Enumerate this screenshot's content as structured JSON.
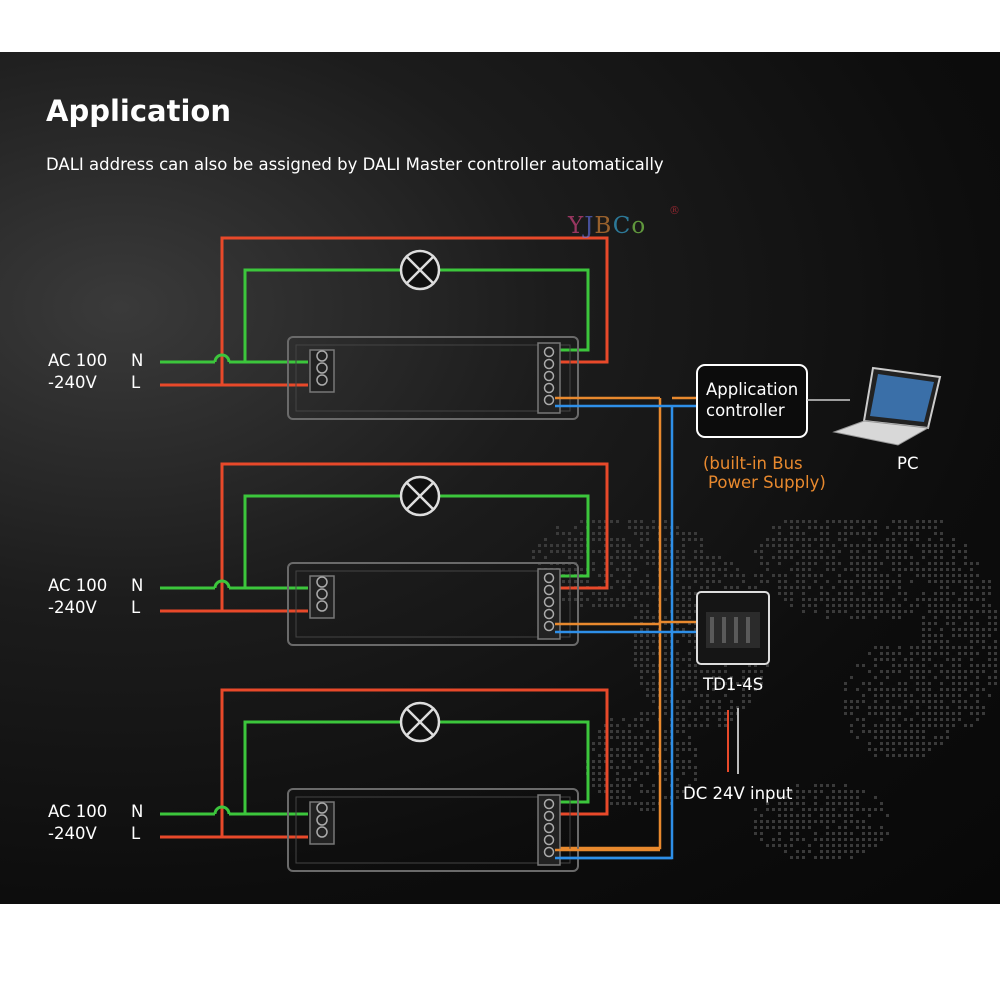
{
  "header": {
    "title": "Application",
    "subtitle": "DALI address can also be assigned by DALI Master controller automatically"
  },
  "logo": {
    "text": "YJBCo",
    "mark": "®"
  },
  "drivers": [
    {
      "ac_line1": "AC 100",
      "ac_line2": "-240V",
      "n": "N",
      "l": "L"
    },
    {
      "ac_line1": "AC 100",
      "ac_line2": "-240V",
      "n": "N",
      "l": "L"
    },
    {
      "ac_line1": "AC 100",
      "ac_line2": "-240V",
      "n": "N",
      "l": "L"
    }
  ],
  "controller": {
    "line1": "Application",
    "line2": "controller",
    "note1": "(built-in Bus",
    "note2": "Power Supply)"
  },
  "pc": {
    "label": "PC"
  },
  "panel": {
    "label": "TD1-4S"
  },
  "power": {
    "label": "DC 24V input"
  },
  "colors": {
    "line": "#e8492a",
    "neutral": "#3cc63c",
    "dali_a": "#e8892e",
    "dali_b": "#2e8fe8",
    "background": "#111111"
  }
}
